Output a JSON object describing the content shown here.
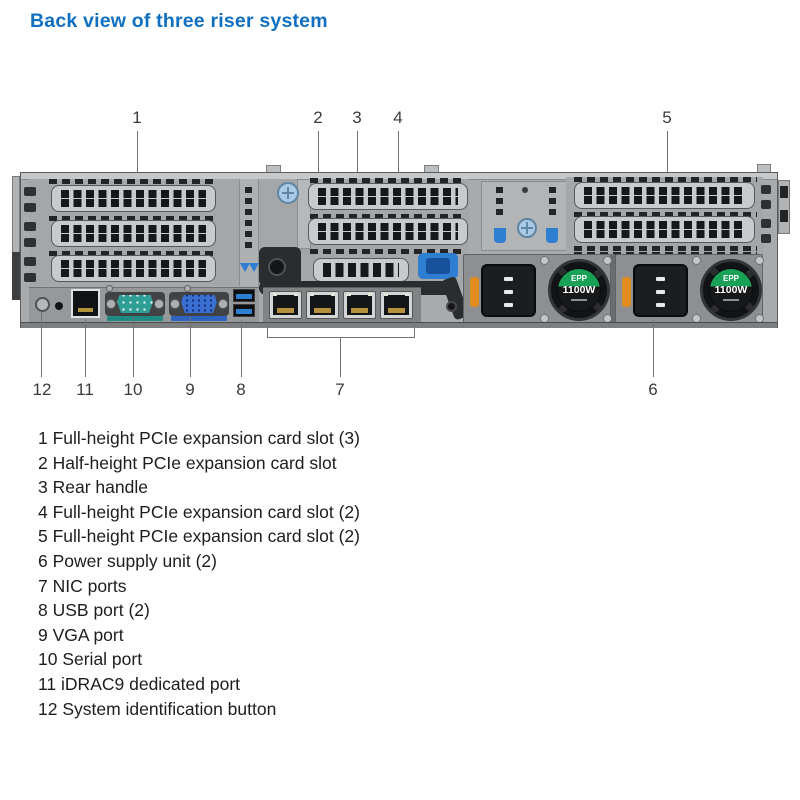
{
  "title": "Back view of three riser system",
  "callouts": {
    "top": [
      "1",
      "2",
      "3",
      "4",
      "5"
    ],
    "bottom": [
      "12",
      "11",
      "10",
      "9",
      "8",
      "7",
      "6"
    ]
  },
  "psu": {
    "epp": "EPP",
    "wattage": "1100W"
  },
  "legend": {
    "items": [
      "1 Full-height PCIe expansion card slot (3)",
      "2 Half-height PCIe expansion card slot",
      "3 Rear handle",
      "4 Full-height PCIe expansion card slot (2)",
      "5 Full-height PCIe expansion card slot (2)",
      "6 Power supply unit (2)",
      "7 NIC ports",
      "8 USB port (2)",
      "9 VGA port",
      "10 Serial port",
      "11 iDRAC9 dedicated port",
      "12 System identification button"
    ]
  },
  "colors": {
    "accent_blue": "#0f70c1",
    "psu_label_green": "#19a257",
    "serial_teal": "#2f9e96",
    "vga_blue": "#3b70d2",
    "latch_orange": "#e18c1e"
  }
}
